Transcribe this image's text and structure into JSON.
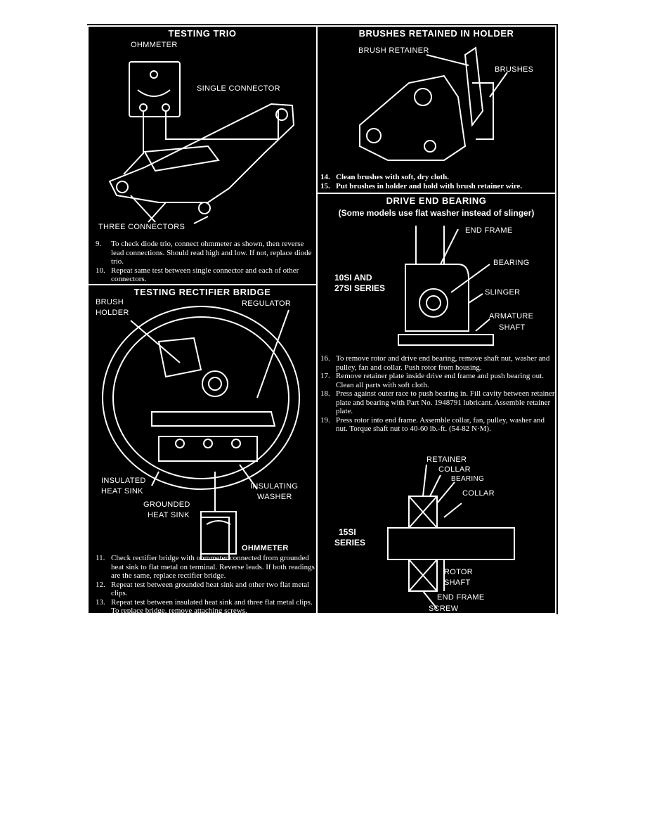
{
  "testing_trio": {
    "title": "TESTING TRIO",
    "labels": {
      "ohmmeter": "OHMMETER",
      "single_connector": "SINGLE CONNECTOR",
      "three_connectors": "THREE CONNECTORS"
    },
    "steps": [
      {
        "num": "9.",
        "text": "To check diode trio, connect ohmmeter as shown, then reverse lead connections. Should read high and low. If not, replace diode trio."
      },
      {
        "num": "10.",
        "text": "Repeat same test between single connector and each of other connectors."
      }
    ]
  },
  "rectifier_bridge": {
    "title": "TESTING RECTIFIER BRIDGE",
    "labels": {
      "brush_holder_1": "BRUSH",
      "brush_holder_2": "HOLDER",
      "regulator": "REGULATOR",
      "insulated_1": "INSULATED",
      "insulated_2": "HEAT SINK",
      "grounded_1": "GROUNDED",
      "grounded_2": "HEAT SINK",
      "insulating_1": "INSULATING",
      "insulating_2": "WASHER",
      "ohmmeter": "OHMMETER"
    },
    "steps": [
      {
        "num": "11.",
        "text": "Check rectifier bridge with ohmmeter connected from grounded heat sink to flat metal on terminal. Reverse leads. If both readings are the same, replace rectifier bridge."
      },
      {
        "num": "12.",
        "text": "Repeat test between grounded heat sink and other two flat metal clips."
      },
      {
        "num": "13.",
        "text": "Repeat test between insulated heat sink and three flat metal clips."
      },
      {
        "num": "",
        "text": "To replace bridge, remove attaching screws."
      }
    ]
  },
  "brushes": {
    "title": "BRUSHES RETAINED IN HOLDER",
    "labels": {
      "brush_retainer": "BRUSH RETAINER",
      "brushes": "BRUSHES"
    },
    "steps": [
      {
        "num": "14.",
        "text": "Clean brushes with soft, dry cloth."
      },
      {
        "num": "15.",
        "text": "Put brushes in holder and hold with brush retainer wire."
      }
    ]
  },
  "drive_end_bearing": {
    "title": "DRIVE END BEARING",
    "subtitle": "(Some models use flat washer instead of slinger)",
    "labels": {
      "end_frame": "END FRAME",
      "bearing": "BEARING",
      "series_10si_1": "10SI AND",
      "series_10si_2": "27SI SERIES",
      "slinger": "SLINGER",
      "armature_1": "ARMATURE",
      "armature_2": "SHAFT",
      "retainer": "RETAINER",
      "collar_top": "COLLAR",
      "bearing_2": "BEARING",
      "collar_2": "COLLAR",
      "series_15si_1": "15SI",
      "series_15si_2": "SERIES",
      "rotor_1": "ROTOR",
      "rotor_2": "SHAFT",
      "end_frame_2": "END FRAME",
      "screw": "SCREW"
    },
    "steps": [
      {
        "num": "16.",
        "text": "To remove rotor and drive end bearing, remove shaft nut, washer and pulley, fan and collar. Push rotor from housing."
      },
      {
        "num": "17.",
        "text": "Remove retainer plate inside drive end frame and push bearing out. Clean all parts with soft cloth."
      },
      {
        "num": "18.",
        "text": "Press against outer race to push bearing in. Fill cavity between retainer plate and bearing with Part No. 1948791 lubricant. Assemble retainer plate."
      },
      {
        "num": "19.",
        "text": "Press rotor into end frame. Assemble collar, fan, pulley, washer and nut. Torque shaft nut to 40-60 lb.-ft. (54-82 N·M)."
      }
    ]
  }
}
